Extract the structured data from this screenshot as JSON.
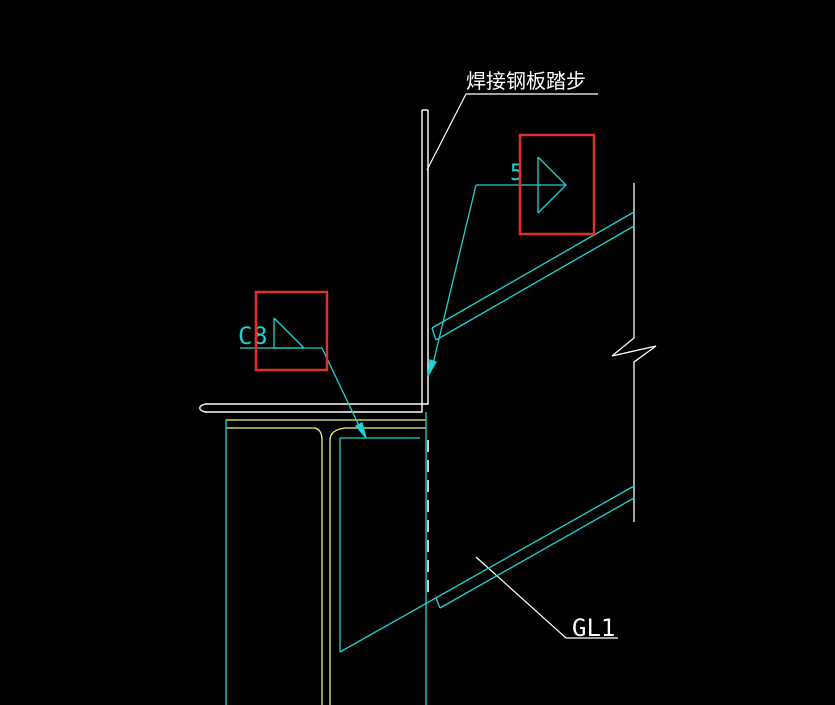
{
  "drawing": {
    "background": "#000000",
    "colors": {
      "white": "#FFFFFF",
      "cyan": "#1FD3D3",
      "yellow": "#F2F27A",
      "highlight": "#E0302C"
    },
    "labels": {
      "weld_note": "焊接钢板踏步",
      "weld_symbol_top_size": "5",
      "weld_symbol_left_prefix": "C",
      "weld_symbol_left_size": "8",
      "member_tag": "GL1"
    }
  }
}
